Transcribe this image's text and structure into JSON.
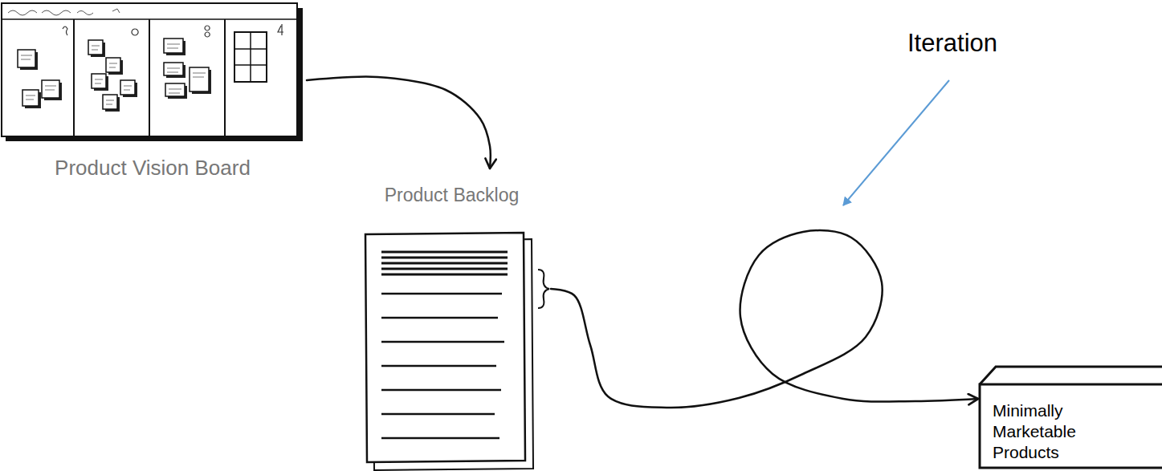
{
  "diagram": {
    "nodes": [
      {
        "text": [
          "Product Vision Board"
        ]
      },
      {
        "text": [
          "Product Backlog"
        ]
      },
      {
        "text": [
          "Minimally Marketable Products"
        ]
      }
    ],
    "edges": [
      {
        "from": 0,
        "to": 1,
        "arrow": "to"
      },
      {
        "from": 1,
        "to": 2,
        "arrow": "to"
      }
    ],
    "labels": [
      "Iteration"
    ]
  }
}
